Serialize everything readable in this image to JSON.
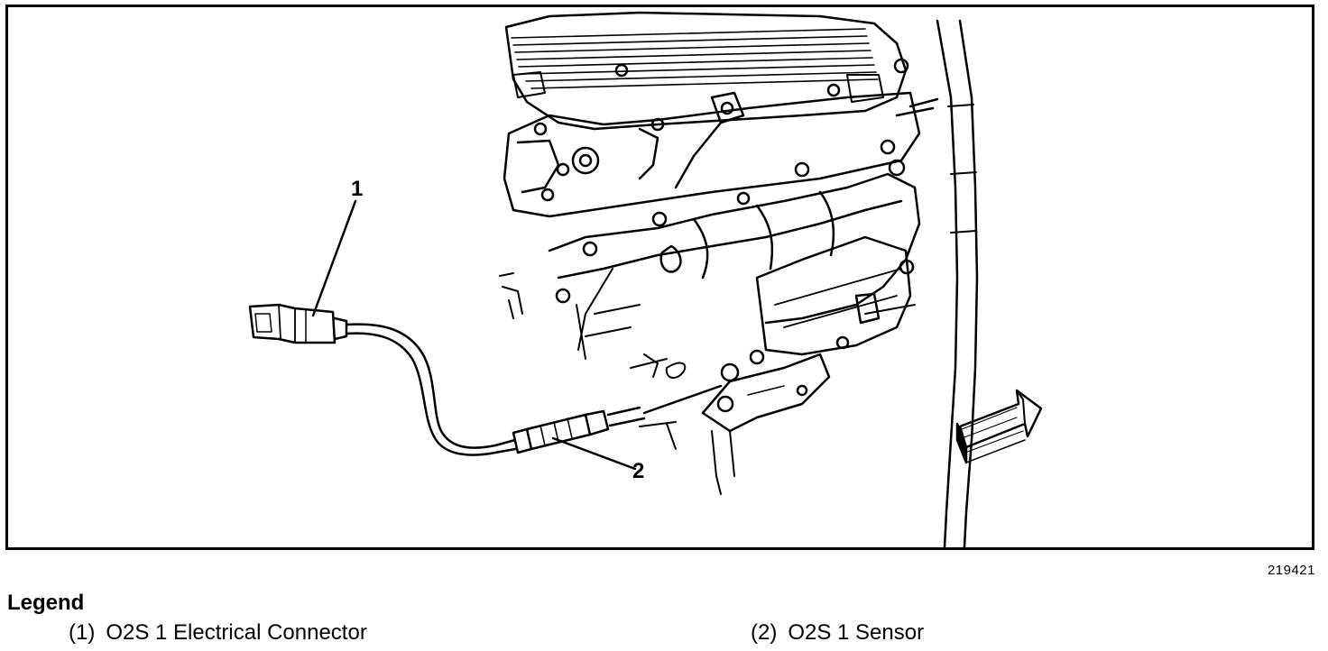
{
  "figure": {
    "callouts": [
      {
        "id": "1",
        "label": "1"
      },
      {
        "id": "2",
        "label": "2"
      }
    ],
    "figure_number": "219421"
  },
  "legend": {
    "title": "Legend",
    "items": [
      {
        "num": "(1)",
        "text": "O2S 1 Electrical Connector"
      },
      {
        "num": "(2)",
        "text": "O2S 1 Sensor"
      }
    ]
  }
}
